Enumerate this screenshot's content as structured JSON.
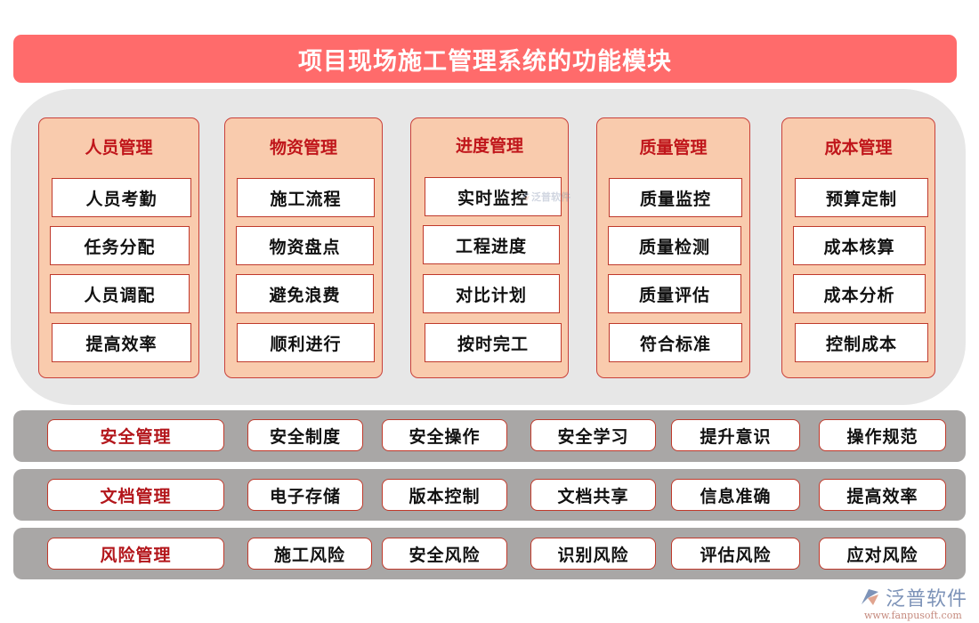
{
  "title": "项目现场施工管理系统的功能模块",
  "colors": {
    "title_bg": "#FF6B6B",
    "panel_bg": "#E7E7E7",
    "column_bg": "#F9CBAD",
    "border": "#C0392B",
    "heading_text": "#C0161B",
    "band_bg": "#A9A7A6"
  },
  "columns": [
    {
      "title": "人员管理",
      "items": [
        "人员考勤",
        "任务分配",
        "人员调配",
        "提高效率"
      ]
    },
    {
      "title": "物资管理",
      "items": [
        "施工流程",
        "物资盘点",
        "避免浪费",
        "顺利进行"
      ]
    },
    {
      "title": "进度管理",
      "items": [
        "实时监控",
        "工程进度",
        "对比计划",
        "按时完工"
      ]
    },
    {
      "title": "质量管理",
      "items": [
        "质量监控",
        "质量检测",
        "质量评估",
        "符合标准"
      ]
    },
    {
      "title": "成本管理",
      "items": [
        "预算定制",
        "成本核算",
        "成本分析",
        "控制成本"
      ]
    }
  ],
  "rows": [
    {
      "title": "安全管理",
      "items": [
        "安全制度",
        "安全操作",
        "安全学习",
        "提升意识",
        "操作规范"
      ]
    },
    {
      "title": "文档管理",
      "items": [
        "电子存储",
        "版本控制",
        "文档共享",
        "信息准确",
        "提高效率"
      ]
    },
    {
      "title": "风险管理",
      "items": [
        "施工风险",
        "安全风险",
        "识别风险",
        "评估风险",
        "应对风险"
      ]
    }
  ],
  "watermark": {
    "text": "泛普软件"
  },
  "logo": {
    "name": "泛普软件",
    "url": "www.fanpusoft.com",
    "icon": "fanpu-logo-icon"
  }
}
